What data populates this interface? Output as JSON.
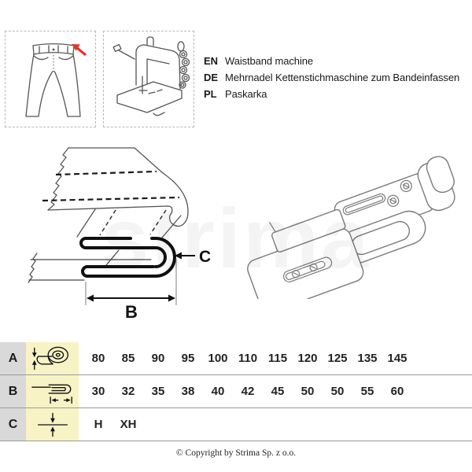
{
  "header": {
    "garment_box_icon": "jeans-waistband-icon",
    "machine_box_icon": "chainstitch-machine-icon",
    "languages": [
      {
        "code": "EN",
        "text": "Waistband machine"
      },
      {
        "code": "DE",
        "text": "Mehrnadel Kettenstichmaschine zum Bandeinfassen"
      },
      {
        "code": "PL",
        "text": "Paskarka"
      }
    ]
  },
  "diagram": {
    "band_width_label": "B",
    "band_thickness_label": "C",
    "cross_section_icon": "folded-band-cross-section-drawing",
    "attachment_icon": "binder-attachment-drawing"
  },
  "size_table": {
    "rows": [
      {
        "label": "A",
        "icon": "tape-roll-width-icon",
        "values": [
          "80",
          "85",
          "90",
          "95",
          "100",
          "110",
          "115",
          "120",
          "125",
          "135",
          "145"
        ]
      },
      {
        "label": "B",
        "icon": "folded-band-width-icon",
        "values": [
          "30",
          "32",
          "35",
          "38",
          "40",
          "42",
          "45",
          "50",
          "50",
          "55",
          "60"
        ]
      },
      {
        "label": "C",
        "icon": "fabric-thickness-icon",
        "values": [
          "H",
          "XH"
        ]
      }
    ]
  },
  "footer": {
    "copyright": "© Copyright by Strima Sp. z o.o."
  },
  "watermark": "strima",
  "colors": {
    "row_label_bg": "#d9d9d9",
    "icon_cell_bg": "#f7f3c5",
    "accent_red": "#e63329"
  }
}
